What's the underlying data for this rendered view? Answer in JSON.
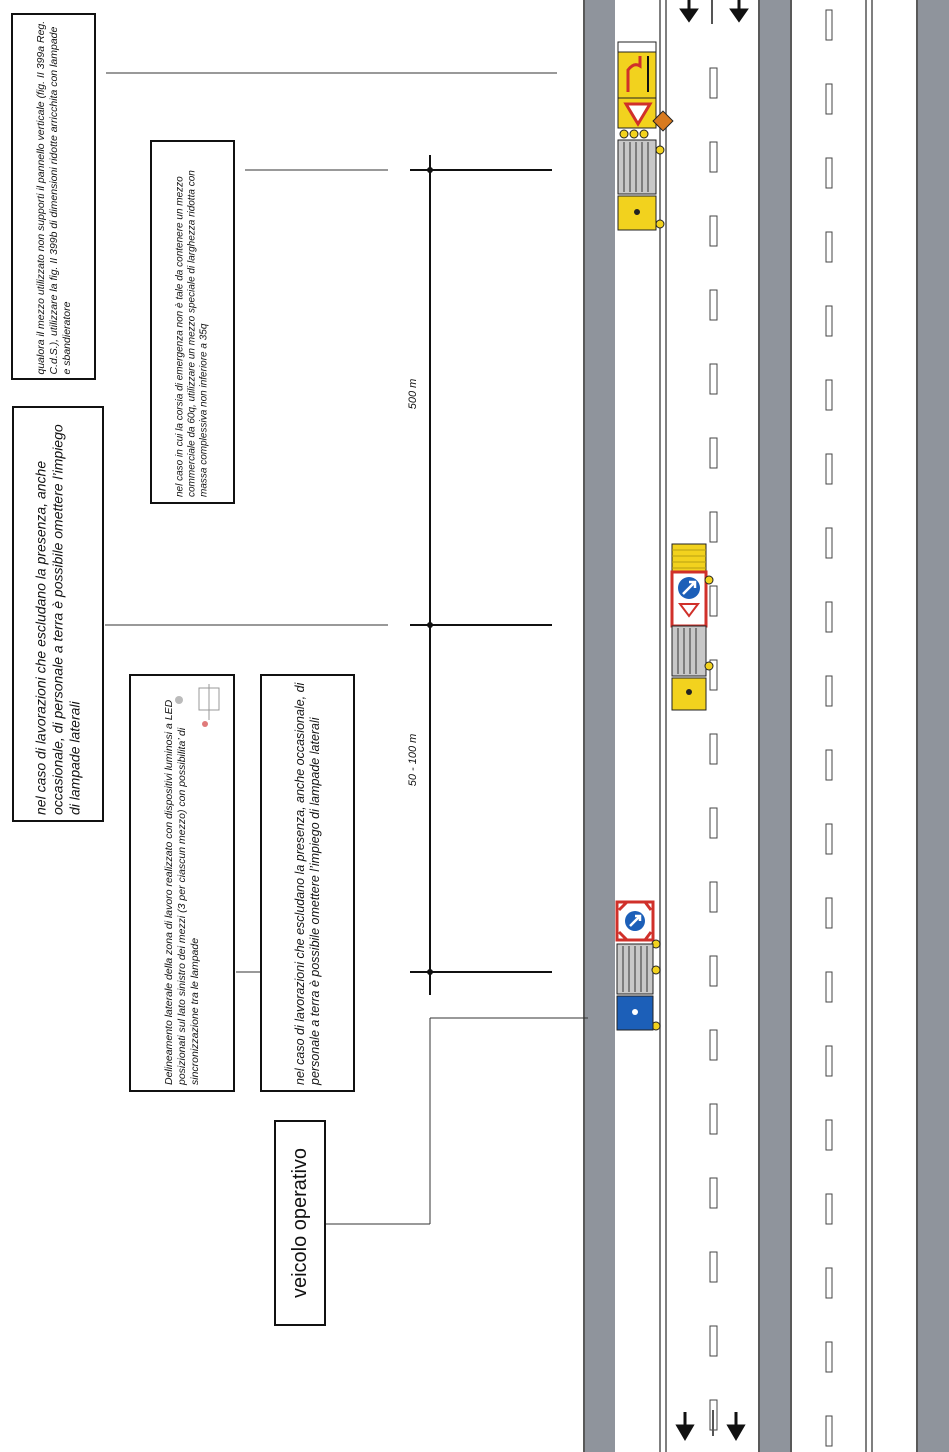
{
  "notes": {
    "pannello": "qualora il mezzo utilizzato non supporti il pannello verticale (fig. II 399a Reg. C.d.S.), utilizzare la fig. II 399b di dimensioni ridotte arricchita con lampade e sbandieratore",
    "lavorazioni_top": "nel caso di lavorazioni che escludano la presenza, anche occasionale, di personale a terra è possibile omettere l’impiego di lampade laterali",
    "emergenza": "nel caso in cui la corsia di emergenza non è tale da contenere un mezzo commerciale da 60q, utilizzare un mezzo speciale di larghezza ridotta con massa complessiva non inferiore a 35q",
    "delineamento": "Delineamento laterale della zona di lavoro realizzato con dispositivi luminosi a LED posizionati sul lato sinistro dei mezzi (3 per ciascun mezzo) con possibilita’ di sincronizzazione tra le lampade",
    "lavorazioni_bottom": "nel caso di lavorazioni che escludano la presenza, anche occasionale, di personale a terra è possibile omettere l’impiego di lampade laterali",
    "veicolo": "veicolo operativo"
  },
  "dimensions": {
    "d1": "500 m",
    "d2": "50 - 100 m"
  },
  "colors": {
    "road_gray": "#8f949c",
    "vehicle_yellow": "#f2d21e",
    "vehicle_blue": "#1c5fb8",
    "sign_red": "#d0302a",
    "sign_orange": "#d87a1e",
    "line_dark": "#111111"
  },
  "icons": {
    "direction_arrow": "arrow-down-icon",
    "lane_sign": "lane-closure-sign-icon",
    "keep_right_sign": "keep-right-sign-icon",
    "chevron_panel": "chevron-panel-icon"
  }
}
